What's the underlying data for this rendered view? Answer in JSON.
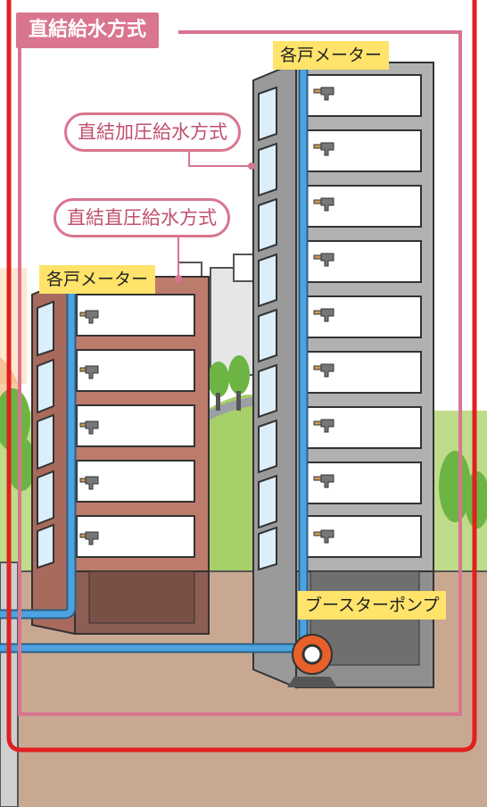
{
  "title": "直結給水方式",
  "labels": {
    "meter_tall": "各戸メーター",
    "meter_short": "各戸メーター",
    "pressurized": "直結加圧給水方式",
    "direct": "直結直圧給水方式",
    "pump": "ブースターポンプ"
  },
  "colors": {
    "outer_frame": "#e02020",
    "inner_frame": "#d9758f",
    "tall_building": "#a9a9a9",
    "short_building": "#bd7b6c",
    "pipe": "#4da3e0",
    "ground": "#c9a892",
    "grass": "#b5d77a",
    "pump": "#e8602a",
    "tag": "#ffe36a"
  },
  "floors": {
    "tall_building": 9,
    "short_building": 5
  }
}
